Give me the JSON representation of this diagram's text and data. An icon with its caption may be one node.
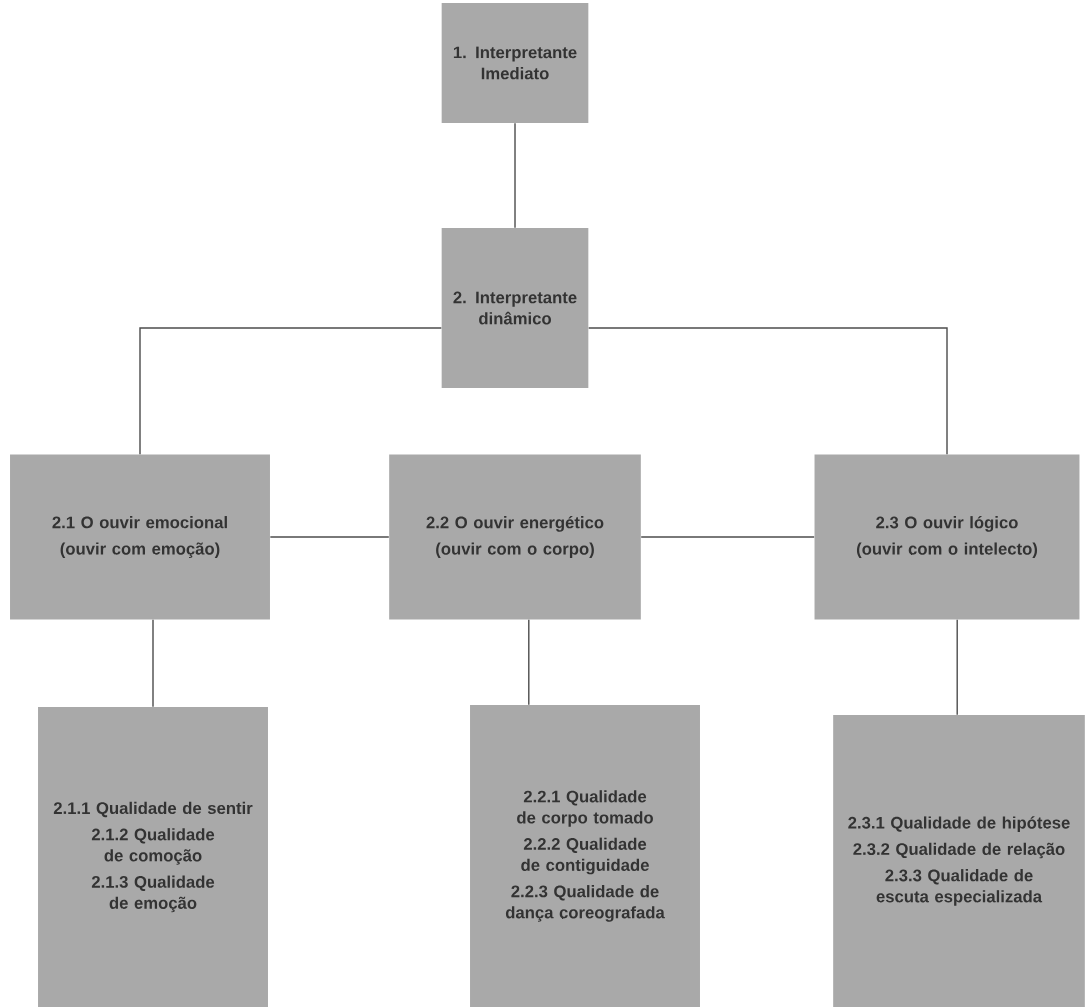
{
  "diagram": {
    "nodes": [
      {
        "text": [
          "1. Interpretante Imediato"
        ]
      },
      {
        "text": [
          "2. Interpretante dinâmico"
        ]
      },
      {
        "text": [
          "2.1 O ouvir emocional",
          "(ouvir com emoção)"
        ]
      },
      {
        "text": [
          "2.2 O ouvir energético",
          "(ouvir com o corpo)"
        ]
      },
      {
        "text": [
          "2.3 O ouvir lógico",
          "(ouvir com o intelecto)"
        ]
      },
      {
        "text": [
          "2.1.1 Qualidade de sentir",
          "2.1.2 Qualidade de comoção",
          "2.1.3 Qualidade de emoção"
        ]
      },
      {
        "text": [
          "2.2.1 Qualidade de corpo tomado",
          "2.2.2 Qualidade de contiguidade",
          "2.2.3 Qualidade de dança coreografada"
        ]
      },
      {
        "text": [
          "2.3.1 Qualidade de hipótese",
          "2.3.2 Qualidade de relação",
          "2.3.3 Qualidade de escuta especializada"
        ]
      }
    ],
    "edges": [
      {
        "from": 0,
        "to": 1,
        "arrow": "none"
      },
      {
        "from": 1,
        "to": 2,
        "arrow": "none"
      },
      {
        "from": 1,
        "to": 4,
        "arrow": "none"
      },
      {
        "from": 2,
        "to": 3,
        "arrow": "none"
      },
      {
        "from": 3,
        "to": 4,
        "arrow": "none"
      },
      {
        "from": 2,
        "to": 5,
        "arrow": "none"
      },
      {
        "from": 3,
        "to": 6,
        "arrow": "none"
      },
      {
        "from": 4,
        "to": 7,
        "arrow": "none"
      }
    ]
  }
}
